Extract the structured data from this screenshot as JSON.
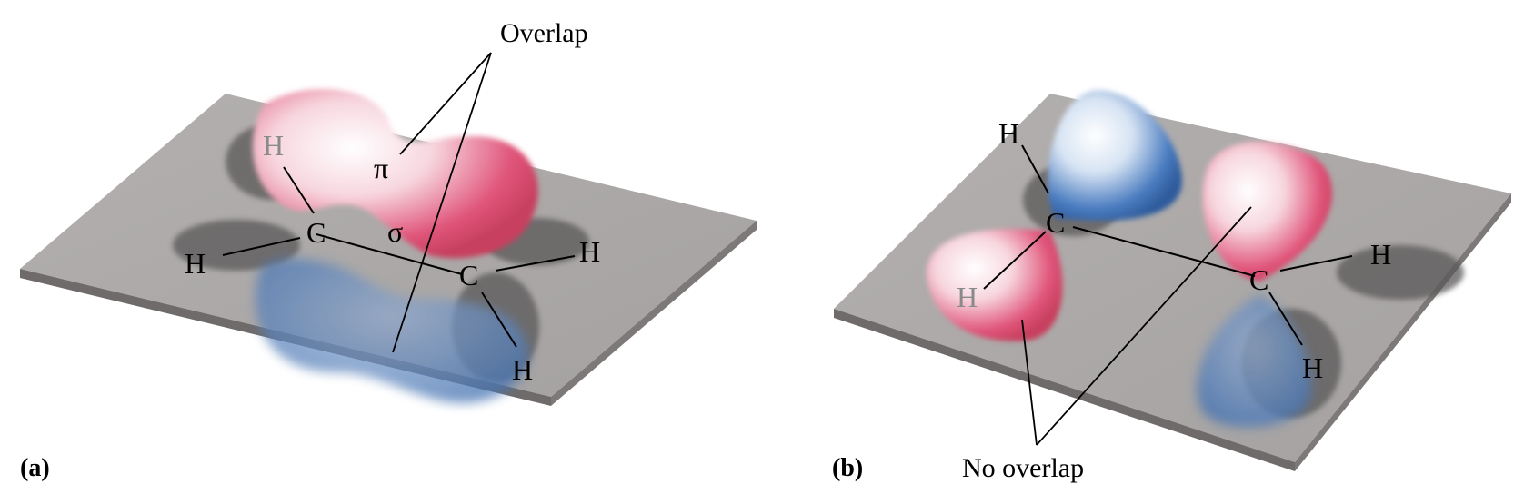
{
  "panel_a": {
    "label": "(a)",
    "callout": "Overlap",
    "pi_symbol": "π",
    "sigma_symbol": "σ",
    "atoms": {
      "c1": "C",
      "c2": "C",
      "h_back": "H",
      "h_left": "H",
      "h_right": "H",
      "h_front": "H"
    }
  },
  "panel_b": {
    "label": "(b)",
    "callout": "No overlap",
    "atoms": {
      "c1": "C",
      "c2": "C",
      "h_top": "H",
      "h_back": "H",
      "h_right": "H",
      "h_front": "H"
    }
  },
  "colors": {
    "plane": "#a9a6a5",
    "plane_edge": "#6e6b6a",
    "lobe_pink": "#e0557a",
    "lobe_blue": "#3f6fb0",
    "shadow": "#5a5858"
  }
}
